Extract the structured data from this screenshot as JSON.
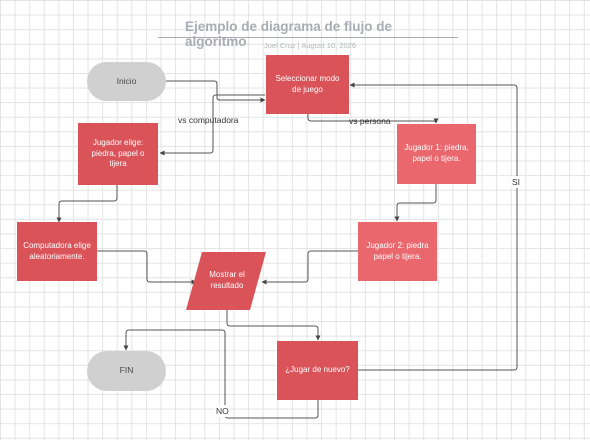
{
  "header": {
    "title": "Ejemplo de diagrama de flujo de algoritmo",
    "subtitle": "Joel Cruz  |  August 10, 2026"
  },
  "nodes": {
    "inicio": "Inicio",
    "seleccionar": "Seleccionar modo de juego",
    "jugador_elige": "Jugador elige: piedra, papel o tijera",
    "jugador1": "Jugador 1: piedra, papel o tijera.",
    "computadora": "Computadora elige aleatoriamente.",
    "jugador2": "Jugador 2: piedra papel o tijera.",
    "mostrar": "Mostrar el resultado",
    "jugar_nuevo": "¿Jugar de nuevo?",
    "fin": "FIN"
  },
  "edge_labels": {
    "vs_computadora": "vs computadora",
    "vs_persona": "vs persona",
    "si": "SI",
    "no": "NO"
  },
  "colors": {
    "dark_box": "#d95359",
    "light_box": "#e9676d",
    "terminal": "#d0d0d0",
    "connector": "#555555"
  }
}
